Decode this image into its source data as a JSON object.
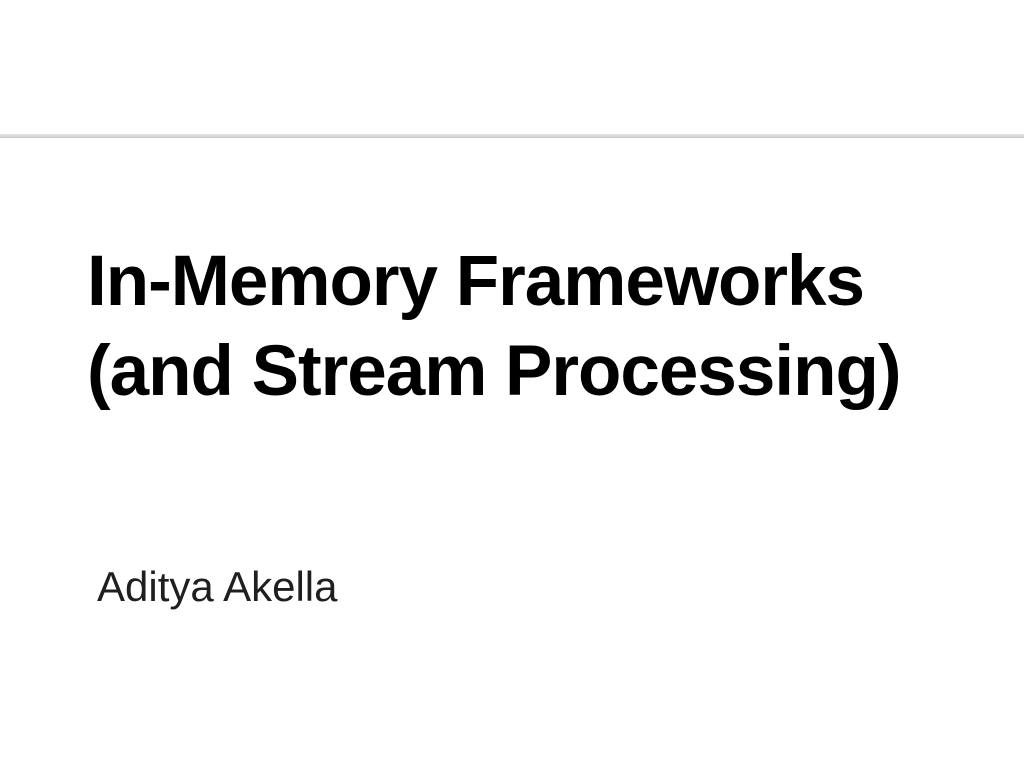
{
  "slide": {
    "title": {
      "line1": "In-Memory Frameworks",
      "line2": "(and Stream Processing)"
    },
    "author": "Aditya Akella"
  },
  "colors": {
    "background": "#ffffff",
    "title_text": "#000000",
    "author_text": "#1f1f1f",
    "divider": "#d9d9d9"
  }
}
